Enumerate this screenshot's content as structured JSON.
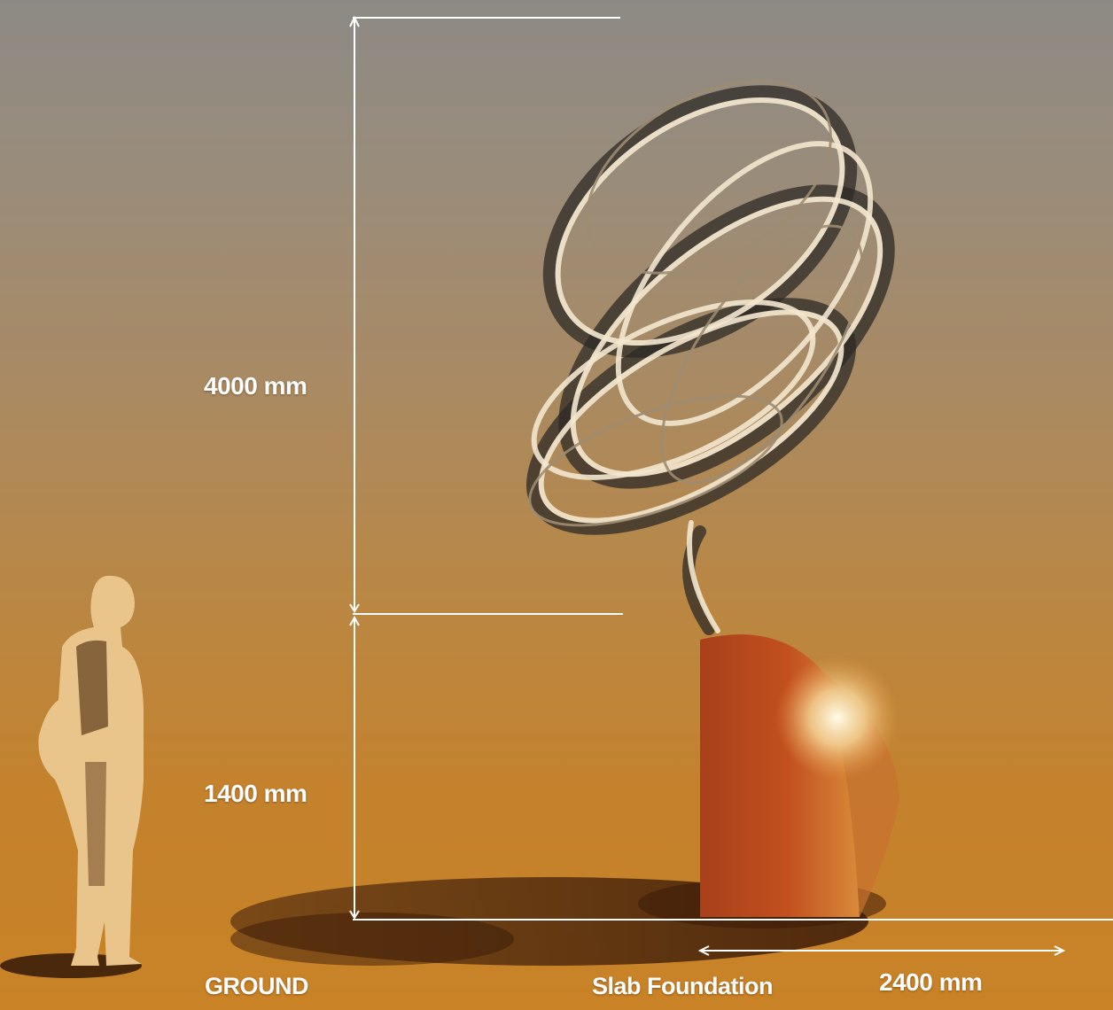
{
  "dimensions": {
    "sculpture_height": "4000 mm",
    "pedestal_height": "1400 mm",
    "base_width": "2400 mm"
  },
  "labels": {
    "ground": "GROUND",
    "foundation": "Slab Foundation"
  },
  "colors": {
    "sky_top": "#8d8a85",
    "ground": "#c98226",
    "pedestal": "#b8451c",
    "dimension_lines": "#ffffff"
  }
}
